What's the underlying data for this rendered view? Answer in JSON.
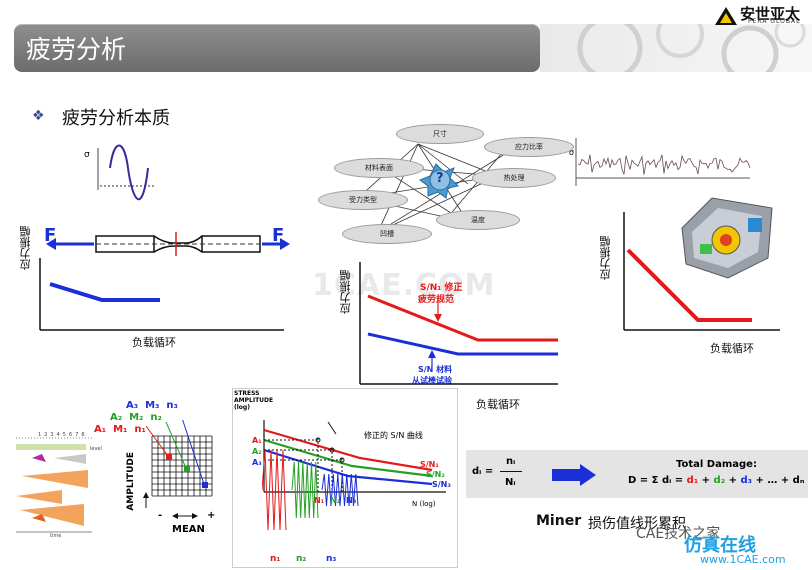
{
  "header": {
    "title": "疲劳分析",
    "logo_text": "安世亚太",
    "logo_subtext": "PERA GLOBAL"
  },
  "section": {
    "bullet": "❖",
    "subtitle": "疲劳分析本质"
  },
  "left_figure": {
    "y_axis_label": "应力振幅",
    "x_axis_label": "负载循环",
    "force_left": "F",
    "force_right": "F",
    "sigma": "σ"
  },
  "center_figure": {
    "bubbles": [
      "尺寸",
      "应力比率",
      "材料表面",
      "热处理",
      "受力类型",
      "温度",
      "凹槽"
    ],
    "center_mark": "?",
    "y_axis_label": "应力振幅",
    "x_axis_label": "负载循环",
    "red_label_line1": "S/N₁ 修正",
    "red_label_line2": "疲劳规范",
    "blue_label_line1": "S/N 材料",
    "blue_label_line2": "从试棒试验",
    "watermark": "1CAE.COM"
  },
  "right_figure": {
    "y_axis_label": "应力振幅",
    "x_axis_label": "负载循环",
    "sigma": "σ"
  },
  "rainflow": {
    "labels_row1": [
      "A₃",
      "M₃",
      "n₃"
    ],
    "labels_row2": [
      "A₂",
      "M₂",
      "n₂"
    ],
    "labels_row3": [
      "A₁",
      "M₁",
      "n₁"
    ],
    "y_label": "AMPLITUDE",
    "x_label": "MEAN",
    "minus": "-",
    "plus": "+",
    "ticks": [
      "1",
      "2",
      "3",
      "4",
      "5",
      "6",
      "7",
      "8"
    ],
    "level": "level",
    "time": "time"
  },
  "sn_curve": {
    "y_label_line1": "STRESS",
    "y_label_line2": "AMPLITUDE",
    "y_label_line3": "(log)",
    "title": "修正的 S/N 曲线",
    "a_labels": [
      "A₁",
      "A₂",
      "A₃"
    ],
    "series": [
      "S/N₁",
      "S/N₂",
      "S/N₃"
    ],
    "n_labels": [
      "N₁",
      "N₂",
      "N₃"
    ],
    "x_label": "N (log)",
    "cycle_labels": [
      "n₁",
      "n₂",
      "n₃"
    ]
  },
  "damage": {
    "di_left": "dᵢ =",
    "di_num": "nᵢ",
    "di_den": "Nᵢ",
    "total_title": "Total Damage:",
    "formula_prefix": "D = Σ dᵢ = ",
    "d1": "d₁",
    "d2": "d₂",
    "d3": "d₃",
    "plus1": " + ",
    "plus2": " + ",
    "suffix": " + … + dₙ",
    "miner": "Miner",
    "miner_cn": "损伤值线形累积"
  },
  "watermarks": {
    "line1": "CAE技术之家",
    "line2": "仿真在线",
    "line3": "www.1CAE.com"
  },
  "colors": {
    "red": "#e21a1a",
    "blue": "#1a2fd6",
    "green": "#25a025",
    "title_bar": "#7d7d7d"
  }
}
